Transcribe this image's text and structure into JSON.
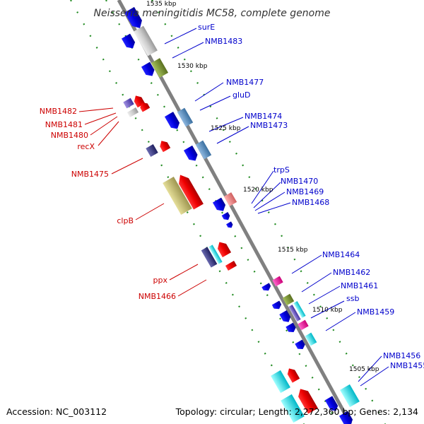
{
  "title": "Neisseria meningitidis MC58, complete genome",
  "accession": "Accession: NC_003112",
  "topology": "Topology: circular; Length: 2,272,360 bp; Genes: 2,134",
  "colors": {
    "backbone": "#808080",
    "forward_label": "#0000cc",
    "reverse_label": "#cc0000",
    "dotted_guide": "#228b22"
  },
  "ticks": [
    {
      "label": "1535 kbp"
    },
    {
      "label": "1530 kbp"
    },
    {
      "label": "1525 kbp"
    },
    {
      "label": "1520 kbp"
    },
    {
      "label": "1515 kbp"
    },
    {
      "label": "1510 kbp"
    },
    {
      "label": "1505 kbp"
    }
  ],
  "forward_genes": [
    {
      "label": "surE"
    },
    {
      "label": "NMB1483"
    },
    {
      "label": "NMB1477"
    },
    {
      "label": "gluD"
    },
    {
      "label": "NMB1474"
    },
    {
      "label": "NMB1473"
    },
    {
      "label": "trpS"
    },
    {
      "label": "NMB1470"
    },
    {
      "label": "NMB1469"
    },
    {
      "label": "NMB1468"
    },
    {
      "label": "NMB1464"
    },
    {
      "label": "NMB1462"
    },
    {
      "label": "NMB1461"
    },
    {
      "label": "ssb"
    },
    {
      "label": "NMB1459"
    },
    {
      "label": "NMB1456"
    },
    {
      "label": "NMB1455"
    }
  ],
  "reverse_genes": [
    {
      "label": "NMB1482"
    },
    {
      "label": "NMB1481"
    },
    {
      "label": "NMB1480"
    },
    {
      "label": "recX"
    },
    {
      "label": "NMB1475"
    },
    {
      "label": "clpB"
    },
    {
      "label": "ppx"
    },
    {
      "label": "NMB1466"
    }
  ]
}
